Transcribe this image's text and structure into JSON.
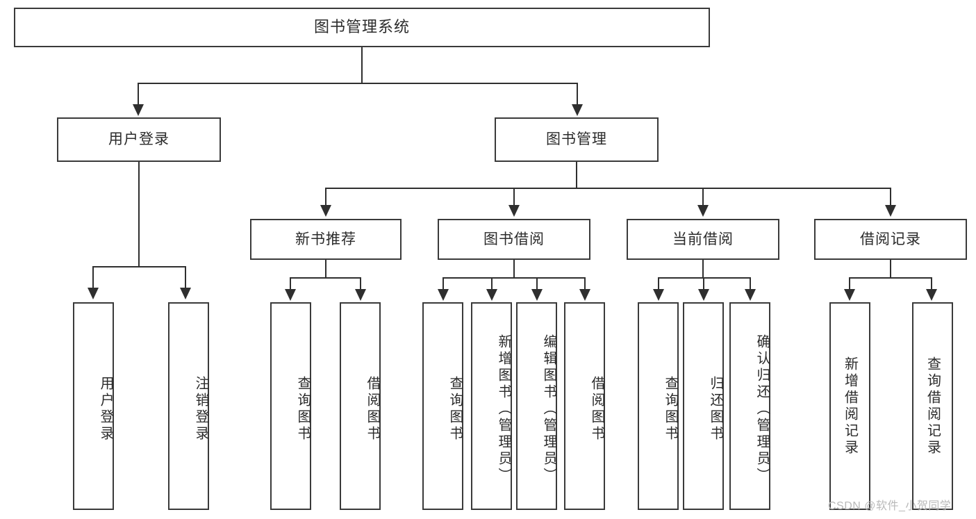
{
  "diagram": {
    "type": "hierarchy-tree",
    "title": "图书管理系统",
    "root": {
      "label": "图书管理系统"
    },
    "level1": [
      {
        "label": "用户登录"
      },
      {
        "label": "图书管理"
      }
    ],
    "level2": [
      {
        "label": "新书推荐"
      },
      {
        "label": "图书借阅"
      },
      {
        "label": "当前借阅"
      },
      {
        "label": "借阅记录"
      }
    ],
    "leaves": {
      "user_login": [
        {
          "label": "用户登录"
        },
        {
          "label": "注销登录"
        }
      ],
      "new_book_recommend": [
        {
          "label": "查询图书"
        },
        {
          "label": "借阅图书"
        }
      ],
      "book_borrow": [
        {
          "label": "查询图书"
        },
        {
          "label": "新增图书（管理员）"
        },
        {
          "label": "编辑图书（管理员）"
        },
        {
          "label": "借阅图书"
        }
      ],
      "current_borrow": [
        {
          "label": "查询图书"
        },
        {
          "label": "归还图书"
        },
        {
          "label": "确认归还（管理员）"
        }
      ],
      "borrow_record": [
        {
          "label": "新增借阅记录"
        },
        {
          "label": "查询借阅记录"
        }
      ]
    }
  },
  "watermark": {
    "text": "CSDN @软件_小贺同学"
  },
  "colors": {
    "border": "#3a3a3a",
    "line": "#2f2f2f",
    "text": "#2b2b2b",
    "background": "#ffffff",
    "watermark": "#b9b9b9"
  }
}
